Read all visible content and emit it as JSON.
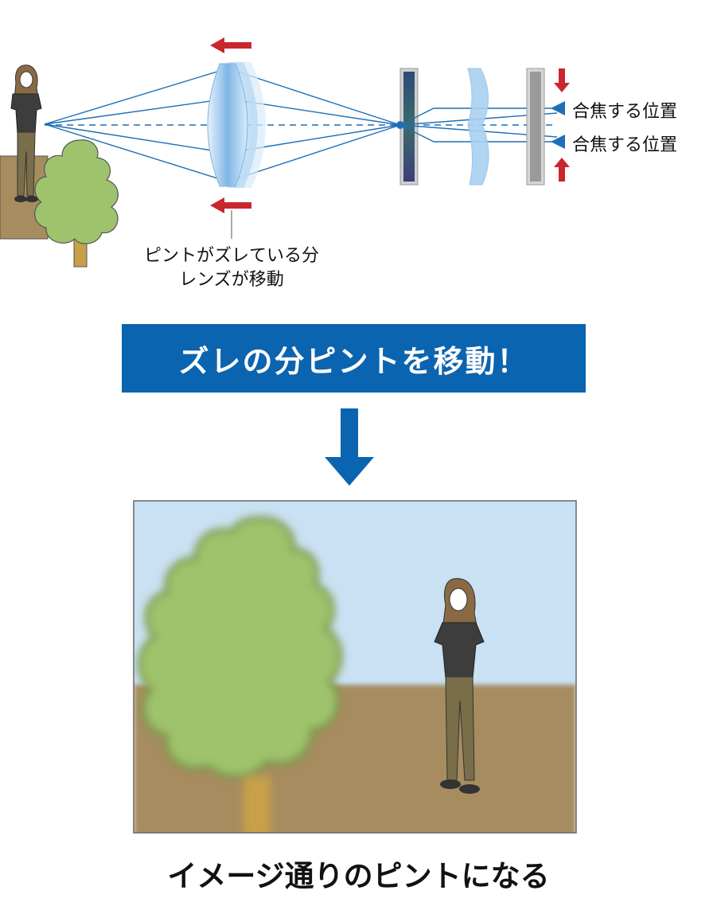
{
  "labels": {
    "focus_position_1": "合焦する位置",
    "focus_position_2": "合焦する位置",
    "lens_move_line1": "ピントがズレている分",
    "lens_move_line2": "レンズが移動"
  },
  "banner": {
    "text": "ズレの分ピントを移動！"
  },
  "result": {
    "text": "イメージ通りのピントになる"
  },
  "colors": {
    "accent_blue": "#0b64b0",
    "arrow_red": "#c9262d",
    "sky": "#c9e1f3",
    "ground": "#a68c5e",
    "tree": "#9fc36c"
  }
}
